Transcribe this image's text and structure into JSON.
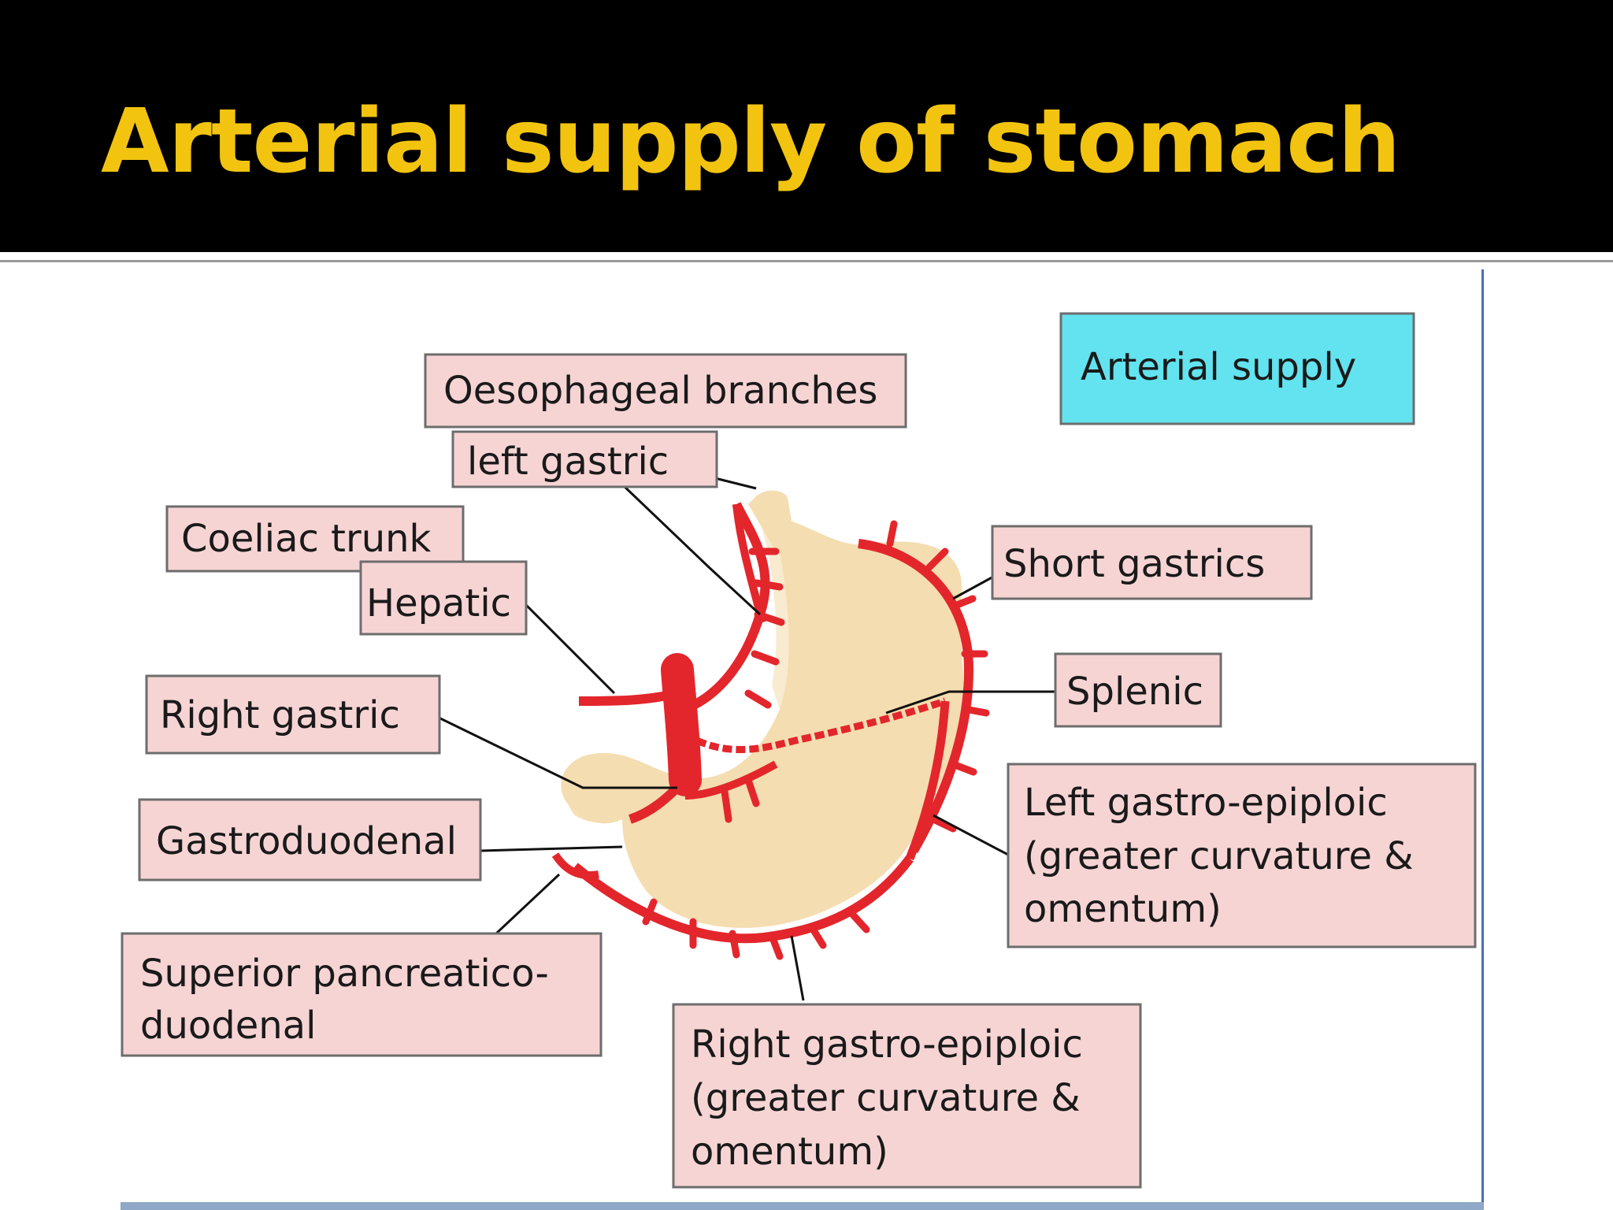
{
  "slide": {
    "title": "Arterial supply of stomach"
  },
  "colors": {
    "title_bar": "#000000",
    "title_text": "#f2c40f",
    "label_fill": "#f7d4d4",
    "header_box_fill": "#62e3ef",
    "artery": "#e3262c",
    "stomach": "#f4ddb0",
    "leader_line": "#111111"
  },
  "diagram": {
    "header_box": "Arterial supply",
    "labels": {
      "oesophageal_branches": "Oesophageal branches",
      "left_gastric": "left gastric",
      "coeliac_trunk": "Coeliac trunk",
      "hepatic": "Hepatic",
      "right_gastric": "Right gastric",
      "gastroduodenal": "Gastroduodenal",
      "superior_pancreaticoduodenal": [
        "Superior pancreatico-",
        "duodenal"
      ],
      "short_gastrics": "Short gastrics",
      "splenic": "Splenic",
      "left_gastro_epiploic": [
        "Left gastro-epiploic",
        "(greater curvature &",
        "omentum)"
      ],
      "right_gastro_epiploic": [
        "Right gastro-epiploic",
        "(greater curvature &",
        "omentum)"
      ]
    }
  }
}
